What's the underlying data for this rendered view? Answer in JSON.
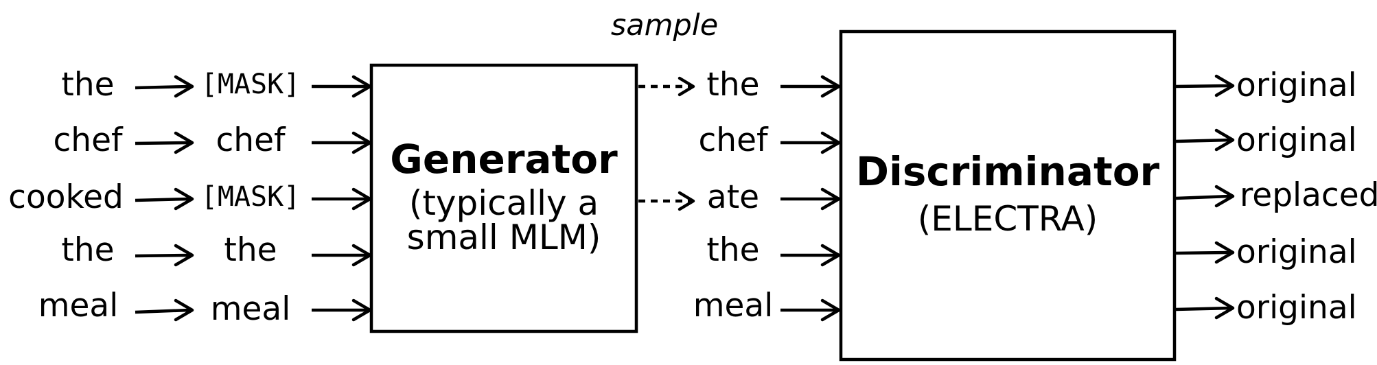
{
  "inputs": [
    "the",
    "chef",
    "cooked",
    "the",
    "meal"
  ],
  "masked_inputs": [
    "[MASK]",
    "chef",
    "[MASK]",
    "the",
    "meal"
  ],
  "generator": {
    "title": "Generator",
    "subtitle_lines": [
      "(typically a",
      "small MLM)"
    ]
  },
  "sample_label": "sample",
  "sampled_tokens": [
    "the",
    "chef",
    "ate",
    "the",
    "meal"
  ],
  "discriminator": {
    "title": "Discriminator",
    "subtitle": "(ELECTRA)"
  },
  "outputs": [
    "original",
    "original",
    "replaced",
    "original",
    "original"
  ]
}
